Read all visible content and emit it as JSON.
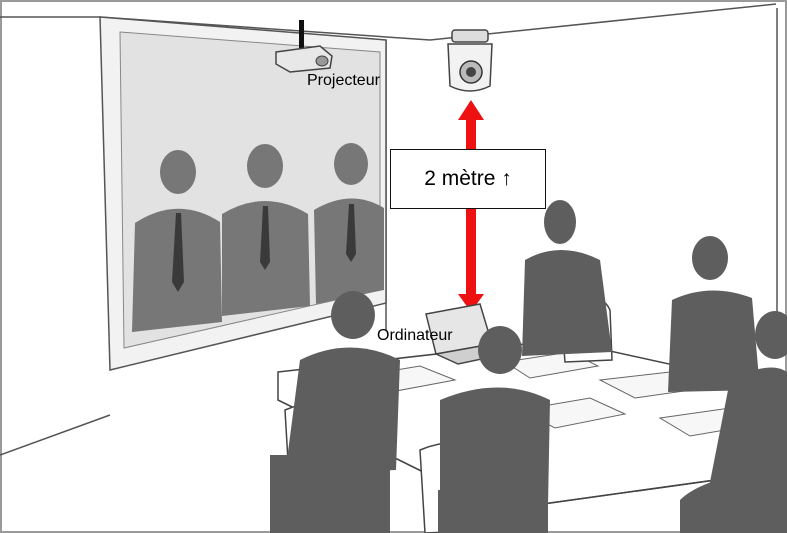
{
  "labels": {
    "projector": "Projecteur",
    "computer": "Ordinateur",
    "distance": "2 mètre ↑"
  },
  "colors": {
    "arrow": "#ee1111",
    "silhouette": "#6b6b6b",
    "screen": "#e6e6e6",
    "line": "#555555"
  },
  "icons": [
    "projector-icon",
    "ptz-camera-icon",
    "laptop-icon",
    "double-arrow-icon"
  ]
}
